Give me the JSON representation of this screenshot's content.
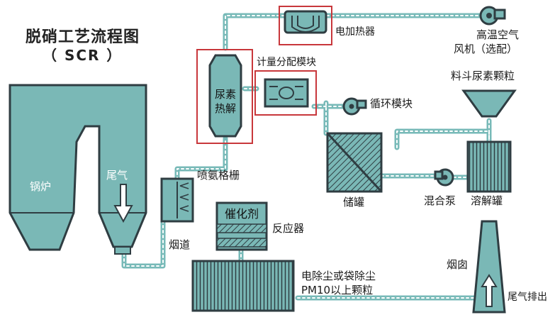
{
  "title": "脱硝工艺流程图",
  "subtitle": "（ SCR ）",
  "labels": {
    "boiler": "锅炉",
    "tail_gas": "尾气",
    "flue": "烟道",
    "ammonia_grid": "喷氨格栅",
    "catalyst": "催化剂",
    "reactor": "反应器",
    "urea_pyrolysis_1": "尿素",
    "urea_pyrolysis_2": "热解",
    "metering_module": "计量分配模块",
    "electric_heater": "电加热器",
    "blower_1": "高温空气",
    "blower_2": "风机（选配）",
    "hopper": "料斗尿素颗粒",
    "circulation_module": "循环模块",
    "storage_tank": "储罐",
    "mixing_pump": "混合泵",
    "dissolving_tank": "溶解罐",
    "dust_1": "电除尘或袋除尘",
    "dust_2": "PM10以上颗粒",
    "chimney": "烟囱",
    "exhaust": "尾气排出"
  },
  "colors": {
    "equipment_fill": "#7ab8b6",
    "equipment_stroke": "#2f3d42",
    "pipe": "#78bab8",
    "highlight": "#c8373b"
  }
}
